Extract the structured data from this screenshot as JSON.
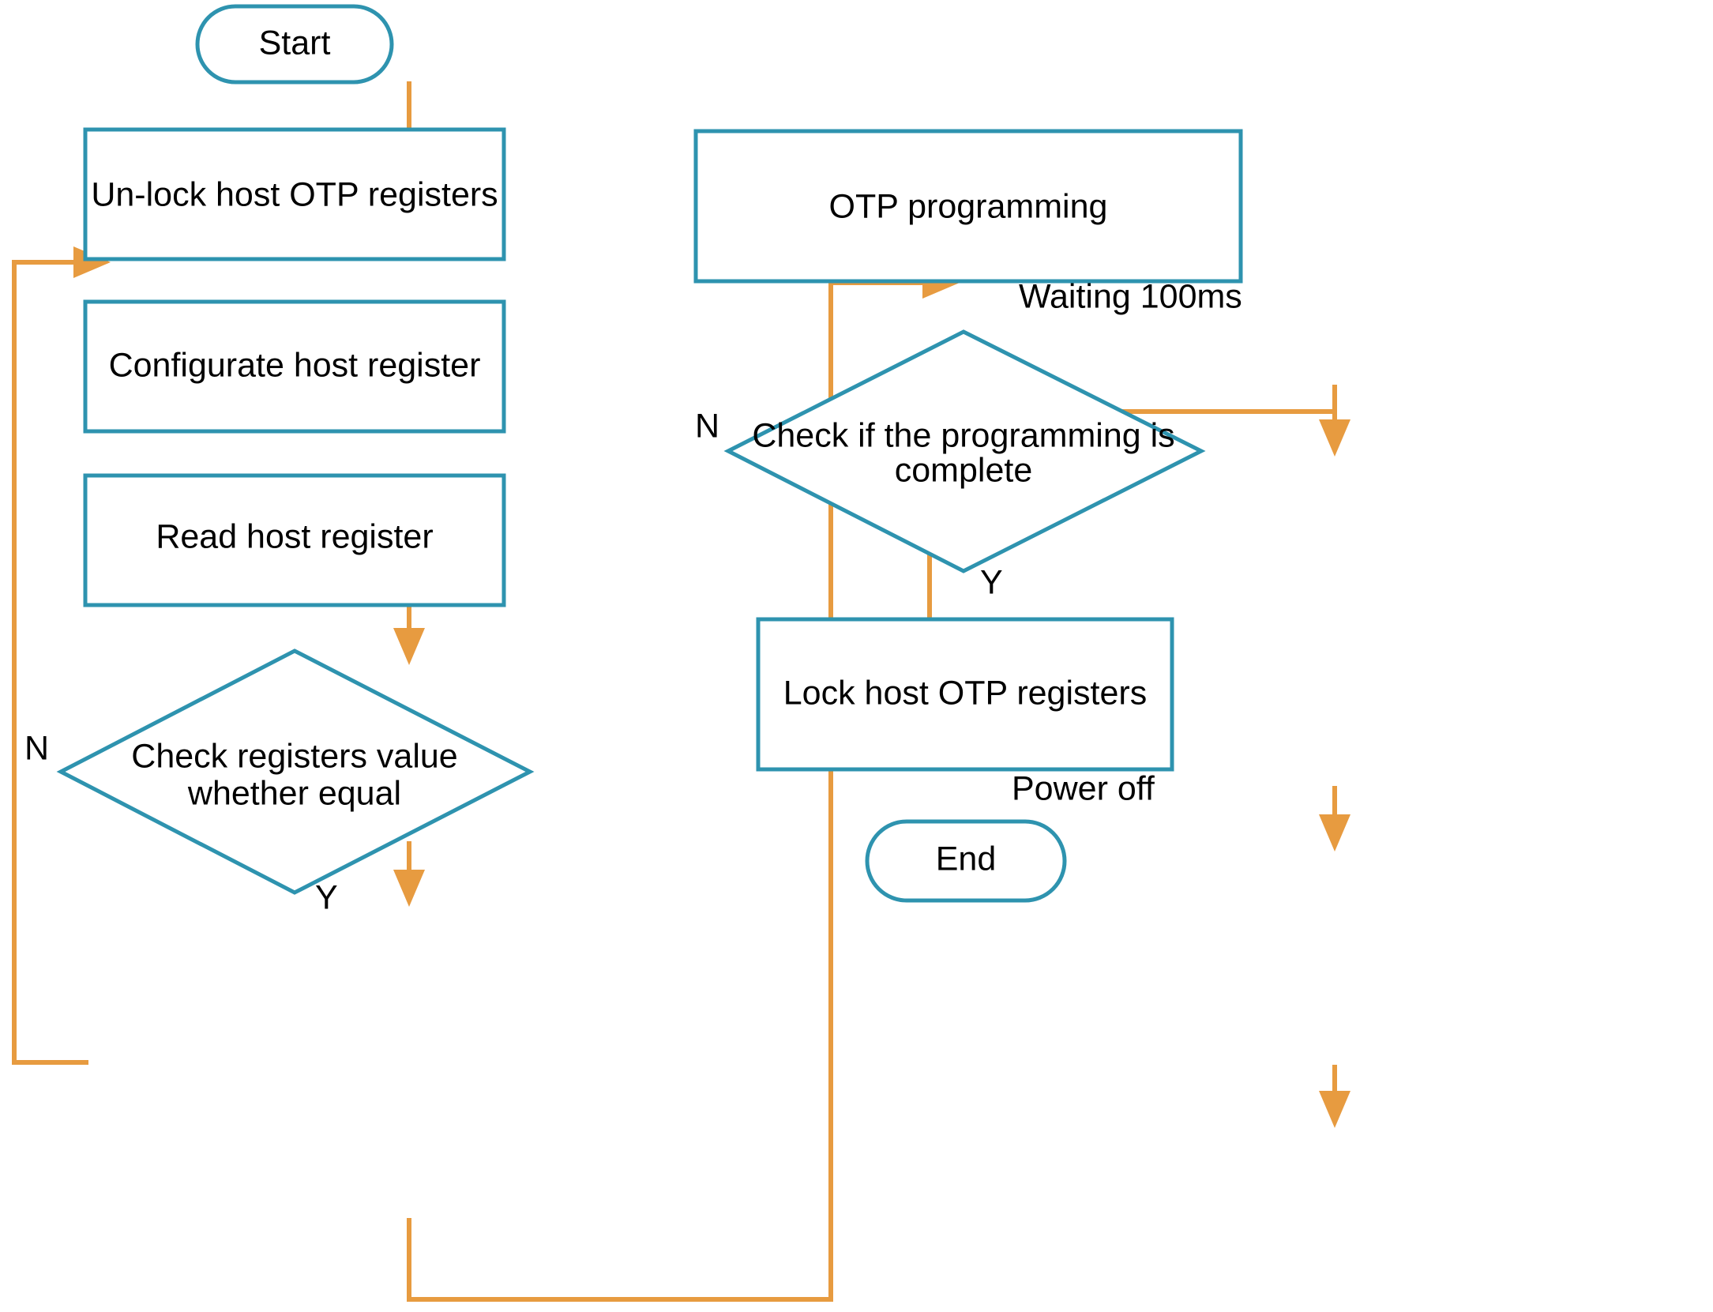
{
  "diagram": {
    "title": "OTP programming flow",
    "colors": {
      "node_stroke": "#2E93AF",
      "connector": "#E79B40",
      "text": "#000000",
      "background": "#FFFFFF"
    },
    "nodes": {
      "start": {
        "label": "Start",
        "shape": "terminator"
      },
      "unlock": {
        "label": "Un-lock host OTP registers",
        "shape": "process"
      },
      "configure": {
        "label": "Configurate host register",
        "shape": "process"
      },
      "read": {
        "label": "Read host register",
        "shape": "process"
      },
      "check_equal": {
        "label_line1": "Check registers value",
        "label_line2": "whether equal",
        "shape": "decision"
      },
      "otp_programming": {
        "label": "OTP programming",
        "shape": "process"
      },
      "check_complete": {
        "label_line1": "Check if the programming is",
        "label_line2": "complete",
        "shape": "decision"
      },
      "lock": {
        "label": "Lock host OTP registers",
        "shape": "process"
      },
      "end": {
        "label": "End",
        "shape": "terminator"
      }
    },
    "edge_labels": {
      "check_equal_no": "N",
      "check_equal_yes": "Y",
      "waiting": "Waiting 100ms",
      "check_complete_no": "N",
      "check_complete_yes": "Y",
      "power_off": "Power off"
    }
  }
}
